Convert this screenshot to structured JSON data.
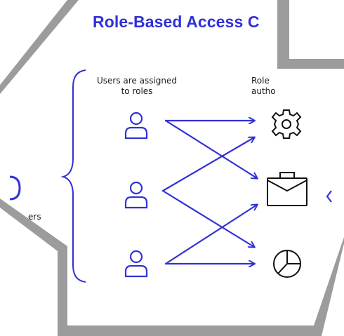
{
  "title": "Role-Based Access C",
  "captions": {
    "users_line1": "Users are assigned",
    "users_line2": "to roles",
    "roles_line1": "Role",
    "roles_line2": "autho",
    "left_fragment": "ers"
  },
  "colors": {
    "accent": "#3131d6",
    "icon_dark": "#111111",
    "frame_gray": "#9c9c9c",
    "background": "#ffffff"
  },
  "icons": {
    "users": [
      "user-icon",
      "user-icon",
      "user-icon"
    ],
    "roles": [
      "gear-icon",
      "briefcase-icon",
      "pie-chart-icon"
    ]
  }
}
